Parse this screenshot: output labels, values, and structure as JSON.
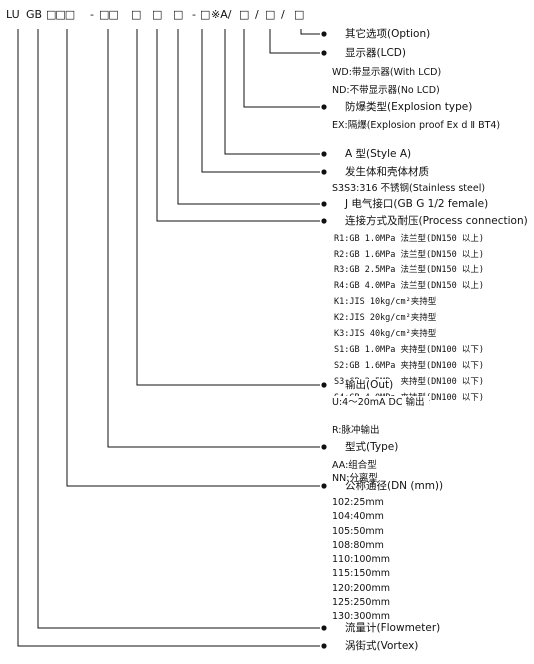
{
  "code": {
    "lu": "LU",
    "gb": "GB",
    "boxes3": "□□□",
    "dash1": "-",
    "boxes2": "□□",
    "b_conn": "□",
    "b_elec": "□",
    "b_mat": "□",
    "dash2": "-",
    "b_style": "□",
    "style_mark": "※A/",
    "b_ex": "□",
    "slash1": "/",
    "b_lcd": "□",
    "slash2": "/",
    "b_opt": "□"
  },
  "option": {
    "title": "其它选项(Option)"
  },
  "lcd": {
    "title": "显示器(LCD)",
    "items": [
      "WD:带显示器(With LCD)",
      "ND:不带显示器(No LCD)"
    ]
  },
  "explosion": {
    "title": "防爆类型(Explosion type)",
    "items": [
      "EX:隔爆(Explosion proof Ex d Ⅱ BT4)"
    ]
  },
  "style": {
    "title": "A 型(Style A)"
  },
  "material": {
    "title": "发生体和壳体材质",
    "items": [
      "S3S3:316 不锈钢(Stainless steel)"
    ]
  },
  "electric": {
    "title": "J 电气接口(GB G 1/2 female)"
  },
  "connection": {
    "title": "连接方式及耐压(Process connection)",
    "items": [
      "R1:GB 1.0MPa 法兰型(DN150 以上)",
      "R2:GB 1.6MPa 法兰型(DN150 以上)",
      "R3:GB 2.5MPa 法兰型(DN150 以上)",
      "R4:GB 4.0MPa 法兰型(DN150 以上)",
      "K1:JIS 10kg/cm²夹持型",
      "K2:JIS 20kg/cm²夹持型",
      "K3:JIS 40kg/cm²夹持型",
      "S1:GB 1.0MPa 夹持型(DN100 以下)",
      "S2:GB 1.6MPa 夹持型(DN100 以下)",
      "S3:GB 2.5MPa 夹持型(DN100 以下)",
      "S4:GB 4.0MPa 夹持型(DN100 以下)"
    ]
  },
  "output": {
    "title": "输出(Out)",
    "items": [
      "U:4～20mA DC 输出",
      "R:脉冲输出"
    ]
  },
  "type": {
    "title": "型式(Type)",
    "items": [
      "AA:组合型",
      "NN:分离型"
    ]
  },
  "dn": {
    "title": "公称通径(DN (mm))",
    "items": [
      "102:25mm",
      "104:40mm",
      "105:50mm",
      "108:80mm",
      "110:100mm",
      "115:150mm",
      "120:200mm",
      "125:250mm",
      "130:300mm"
    ]
  },
  "flowmeter": {
    "title": "流量计(Flowmeter)"
  },
  "vortex": {
    "title": "涡街式(Vortex)"
  }
}
